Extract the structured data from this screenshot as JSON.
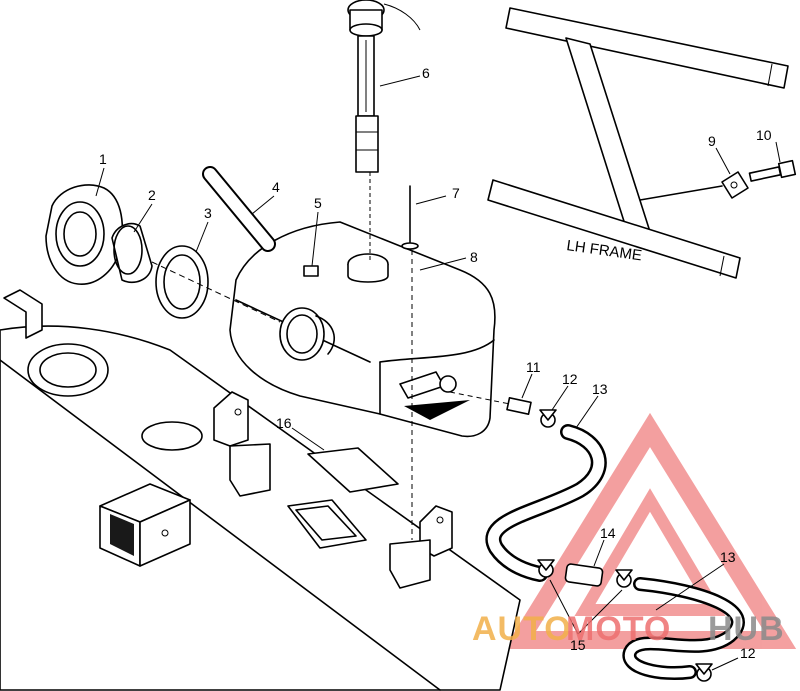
{
  "diagram": {
    "frame_label": "LH FRAME",
    "callouts": [
      {
        "id": "callout-1",
        "label": "1"
      },
      {
        "id": "callout-2",
        "label": "2"
      },
      {
        "id": "callout-3",
        "label": "3"
      },
      {
        "id": "callout-4",
        "label": "4"
      },
      {
        "id": "callout-5",
        "label": "5"
      },
      {
        "id": "callout-6",
        "label": "6"
      },
      {
        "id": "callout-7",
        "label": "7"
      },
      {
        "id": "callout-8",
        "label": "8"
      },
      {
        "id": "callout-9",
        "label": "9"
      },
      {
        "id": "callout-10",
        "label": "10"
      },
      {
        "id": "callout-11",
        "label": "11"
      },
      {
        "id": "callout-12a",
        "label": "12"
      },
      {
        "id": "callout-13a",
        "label": "13"
      },
      {
        "id": "callout-14",
        "label": "14"
      },
      {
        "id": "callout-15",
        "label": "15"
      },
      {
        "id": "callout-16",
        "label": "16"
      },
      {
        "id": "callout-13b",
        "label": "13"
      },
      {
        "id": "callout-12b",
        "label": "12"
      }
    ]
  },
  "watermark": {
    "part1": "AUTO",
    "part2": "MOTO",
    "part3": "HUB",
    "colors": {
      "auto": "#f2b04a",
      "moto": "#ee6f6f",
      "hub": "#8a8a8a",
      "triangle": "#f08080"
    }
  }
}
